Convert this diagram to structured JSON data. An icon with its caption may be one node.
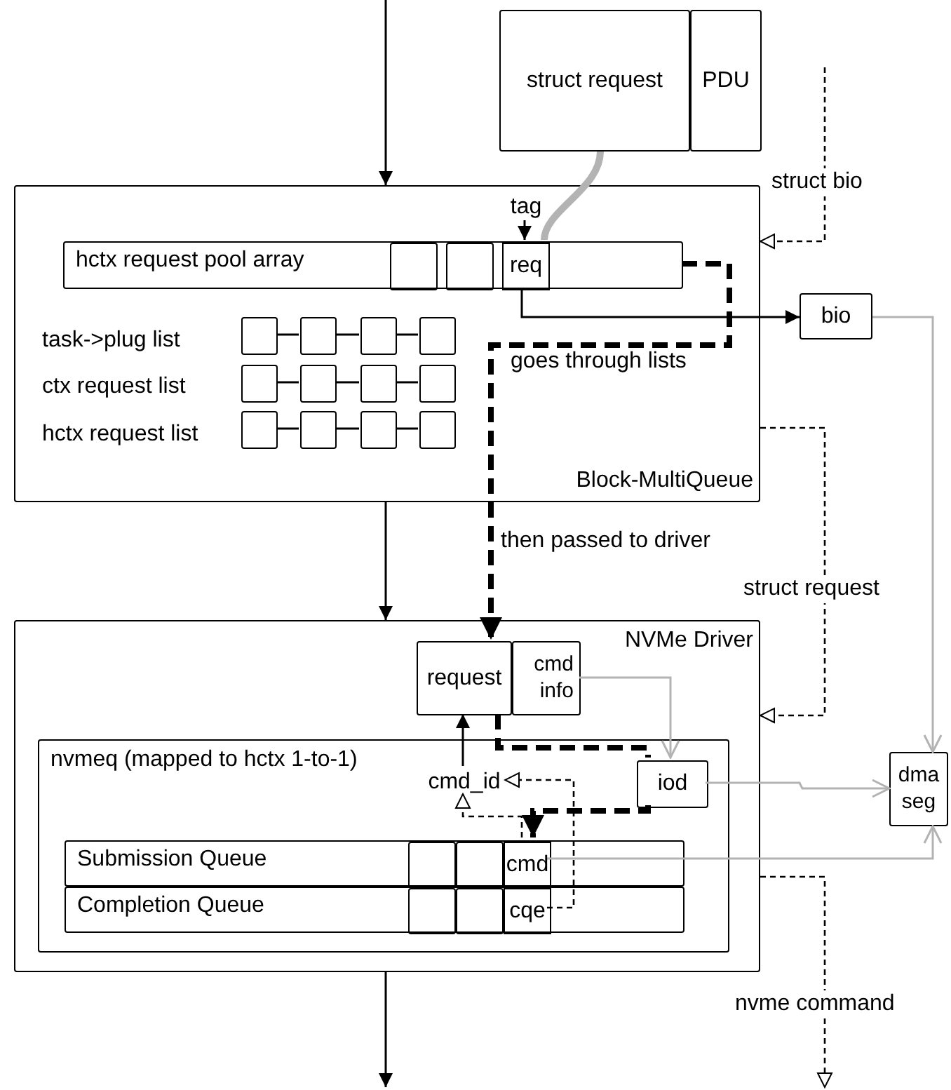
{
  "diagram": {
    "nodes": [
      {
        "text": [
          "struct request"
        ]
      },
      {
        "text": [
          "PDU"
        ]
      },
      {
        "text": [
          "Block-MultiQueue"
        ]
      },
      {
        "text": [
          "hctx request pool array"
        ],
        "in": 2
      },
      {
        "text": [],
        "shape": "box",
        "in": 3
      },
      {
        "text": [],
        "shape": "box",
        "in": 3
      },
      {
        "text": [
          "req"
        ],
        "in": 3
      },
      {
        "text": [
          "tag"
        ],
        "in": 2
      },
      {
        "text": [],
        "shape": "box",
        "in": 2
      },
      {
        "text": [],
        "shape": "box",
        "in": 2
      },
      {
        "text": [],
        "shape": "box",
        "in": 2
      },
      {
        "text": [],
        "shape": "box",
        "in": 2
      },
      {
        "text": [],
        "shape": "box",
        "in": 2
      },
      {
        "text": [],
        "shape": "box",
        "in": 2
      },
      {
        "text": [],
        "shape": "box",
        "in": 2
      },
      {
        "text": [],
        "shape": "box",
        "in": 2
      },
      {
        "text": [],
        "shape": "box",
        "in": 2
      },
      {
        "text": [],
        "shape": "box",
        "in": 2
      },
      {
        "text": [],
        "shape": "box",
        "in": 2
      },
      {
        "text": [],
        "shape": "box",
        "in": 2
      },
      {
        "text": [
          "bio"
        ]
      },
      {
        "text": [
          "NVMe Driver"
        ]
      },
      {
        "text": [
          "request"
        ],
        "in": 21
      },
      {
        "text": [
          "cmd info"
        ],
        "in": 21
      },
      {
        "text": [
          "nvmeq (mapped to hctx 1-to-1)"
        ],
        "in": 21
      },
      {
        "text": [
          "cmd_id"
        ],
        "in": 24
      },
      {
        "text": [
          "iod"
        ],
        "in": 24
      },
      {
        "text": [
          "Submission Queue"
        ],
        "in": 24
      },
      {
        "text": [],
        "shape": "box",
        "in": 27
      },
      {
        "text": [],
        "shape": "box",
        "in": 27
      },
      {
        "text": [
          "cmd"
        ],
        "in": 27
      },
      {
        "text": [
          "Completion Queue"
        ],
        "in": 24
      },
      {
        "text": [],
        "shape": "box",
        "in": 31
      },
      {
        "text": [],
        "shape": "box",
        "in": 31
      },
      {
        "text": [
          "cqe"
        ],
        "in": 31
      },
      {
        "text": [
          "dma seg"
        ]
      }
    ],
    "edges": [
      {
        "from": null,
        "to": 2,
        "arrow": "to"
      },
      {
        "from": 2,
        "to": 21,
        "arrow": "to"
      },
      {
        "from": 21,
        "to": null,
        "arrow": "to"
      },
      {
        "from": 0,
        "to": 6,
        "arrow": "none",
        "style": "thick",
        "color": "#b3b3b3"
      },
      {
        "from": 7,
        "to": 6,
        "arrow": "to"
      },
      {
        "from": 6,
        "to": 20,
        "arrow": "to"
      },
      {
        "from": null,
        "to": 2,
        "arrow": "to",
        "style": "dashed",
        "label": "struct bio"
      },
      {
        "from": 2,
        "to": 21,
        "arrow": "to",
        "style": "dashed",
        "label": "struct request"
      },
      {
        "from": 21,
        "to": null,
        "arrow": "to",
        "style": "dashed",
        "label": "nvme command"
      },
      {
        "from": 3,
        "to": 22,
        "arrow": "to",
        "style": "dashed",
        "label": "goes through lists"
      },
      {
        "from": 22,
        "to": 26,
        "arrow": "none",
        "style": "dashed"
      },
      {
        "from": 26,
        "to": 30,
        "arrow": "to",
        "style": "dashed"
      },
      {
        "from": 25,
        "to": 22,
        "arrow": "to"
      },
      {
        "from": 30,
        "to": 25,
        "arrow": "to",
        "style": "dashed"
      },
      {
        "from": 34,
        "to": 25,
        "arrow": "to",
        "style": "dashed"
      },
      {
        "from": 23,
        "to": 26,
        "arrow": "to",
        "color": "#b3b3b3"
      },
      {
        "from": 26,
        "to": 35,
        "arrow": "to",
        "color": "#b3b3b3"
      },
      {
        "from": 30,
        "to": 35,
        "arrow": "to",
        "color": "#b3b3b3"
      },
      {
        "from": 20,
        "to": 35,
        "arrow": "to",
        "color": "#b3b3b3"
      },
      {
        "from": 8,
        "to": 9,
        "arrow": "none"
      },
      {
        "from": 9,
        "to": 10,
        "arrow": "none"
      },
      {
        "from": 10,
        "to": 11,
        "arrow": "none"
      },
      {
        "from": 12,
        "to": 13,
        "arrow": "none"
      },
      {
        "from": 13,
        "to": 14,
        "arrow": "none"
      },
      {
        "from": 14,
        "to": 15,
        "arrow": "none"
      },
      {
        "from": 16,
        "to": 17,
        "arrow": "none"
      },
      {
        "from": 17,
        "to": 18,
        "arrow": "none"
      },
      {
        "from": 18,
        "to": 19,
        "arrow": "none"
      }
    ],
    "labels": [
      "task->plug list",
      "ctx request list",
      "hctx request list",
      "then passed to driver"
    ]
  }
}
